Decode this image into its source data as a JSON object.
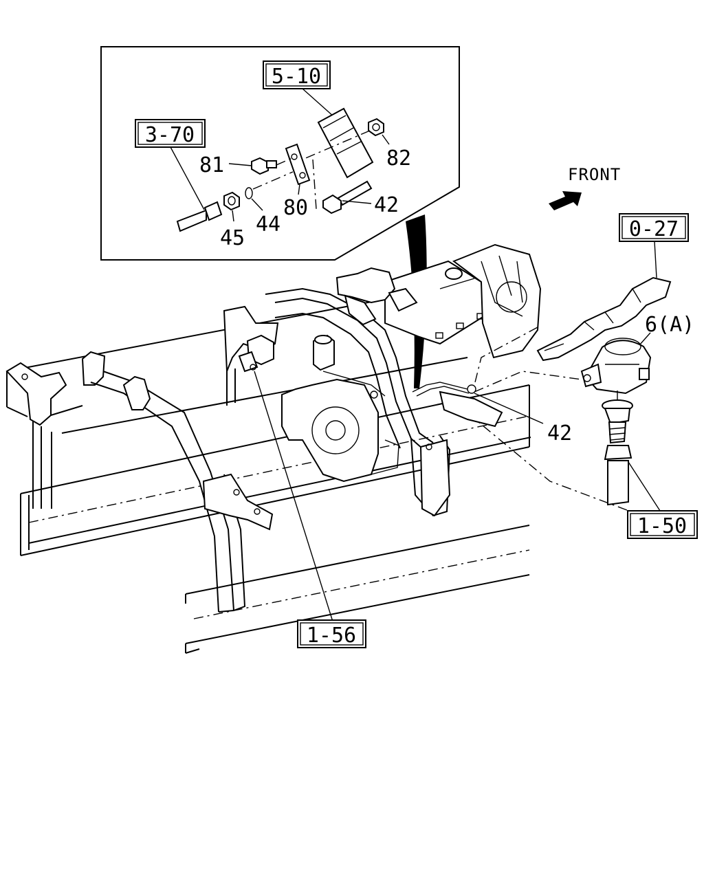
{
  "diagram": {
    "direction_label": "FRONT",
    "callout_boxes": {
      "bracket": "5-10",
      "pipe_left": "3-70",
      "manifold": "0-27",
      "tailpipe": "1-50",
      "frame_pipe": "1-56"
    },
    "part_numbers": {
      "bolt": "81",
      "nut_top": "82",
      "bracket": "80",
      "nut_pipe": "45",
      "washer": "44",
      "pipe_inset": "42",
      "pipe_main": "42",
      "valve_assembly": "6(A)"
    }
  }
}
